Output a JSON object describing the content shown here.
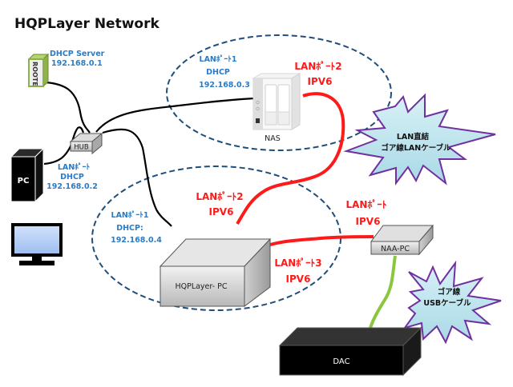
{
  "title": "HQPLayer Network",
  "devices": {
    "router": {
      "label": "ROOTE",
      "role_label": "DHCP Server",
      "ip": "192.168.0.1"
    },
    "hub": {
      "label": "HUB"
    },
    "pc": {
      "label": "PC",
      "port": "LANﾎﾟｰﾄ",
      "mode": "DHCP",
      "ip": "192.168.0.2"
    },
    "monitor": {
      "label": ""
    },
    "nas": {
      "label": "NAS",
      "port1": "LANﾎﾟｰﾄ1",
      "port1_mode": "DHCP",
      "port1_ip": "192.168.0.3",
      "port2": "LANﾎﾟｰﾄ2",
      "port2_proto": "IPV6"
    },
    "hqplayer_pc": {
      "label": "HQPLayer- PC",
      "port1": "LANﾎﾟｰﾄ1",
      "port1_mode": "DHCP:",
      "port1_ip": "192.168.0.4",
      "port2": "LANﾎﾟｰﾄ2",
      "port2_proto": "IPV6",
      "port3": "LANﾎﾟｰﾄ3",
      "port3_proto": "IPV6"
    },
    "naa_pc": {
      "label": "NAA-PC",
      "port": "LANﾎﾟｰﾄ",
      "port_proto": "IPV6"
    },
    "dac": {
      "label": "DAC"
    }
  },
  "callouts": {
    "lan_cable": {
      "line1": "LAN直結",
      "line2": "ゴア線LANケーブル"
    },
    "usb_cable": {
      "line1": "ゴア線",
      "line2": "USBケーブル"
    }
  },
  "colors": {
    "lan_black": "#000000",
    "lan_ipv6_red": "#ff1a1a",
    "usb_green": "#8cc63f",
    "ellipse_dash": "#1f4e79",
    "label_blue": "#2a7cc7",
    "star_fill": "#bfe6ee",
    "star_stroke": "#7030a0"
  }
}
